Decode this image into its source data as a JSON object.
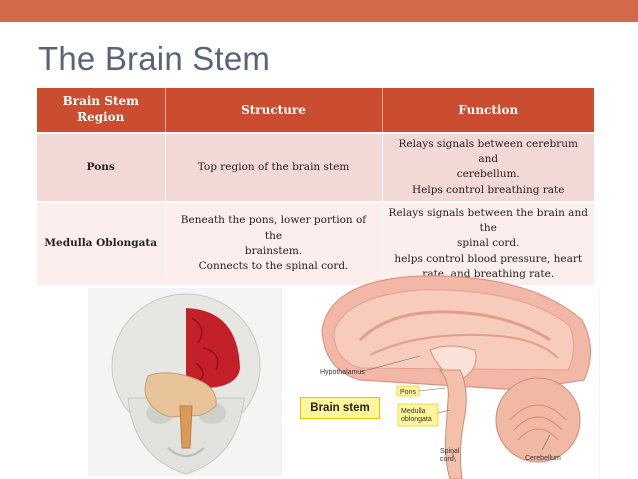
{
  "slide": {
    "title": "The Brain Stem"
  },
  "table": {
    "headers": [
      "Brain Stem\nRegion",
      "Structure",
      "Function"
    ],
    "rows": [
      {
        "region": "Pons",
        "structure": "Top region of the brain stem",
        "function": "Relays signals between cerebrum and\ncerebellum.\nHelps control breathing rate"
      },
      {
        "region": "Medulla Oblongata",
        "structure": "Beneath the pons, lower portion of the\nbrainstem.\nConnects to the spinal cord.",
        "function": "Relays signals between the brain and the\nspinal cord.\nhelps control blood pressure, heart\nrate, and breathing rate."
      }
    ]
  },
  "diagram": {
    "labels": {
      "hypothalamus": "Hypothalamus",
      "pons": "Pons",
      "medulla": "Medulla\noblongata",
      "cerebellum": "Cerebellum",
      "spinal_cord": "Spinal\ncord",
      "brain_stem": "Brain stem"
    }
  },
  "colors": {
    "topbar": "#d4694a",
    "header": "#c94d2e",
    "row_dark": "#f3d9d6",
    "row_light": "#fbeeed",
    "title": "#5a6478"
  }
}
